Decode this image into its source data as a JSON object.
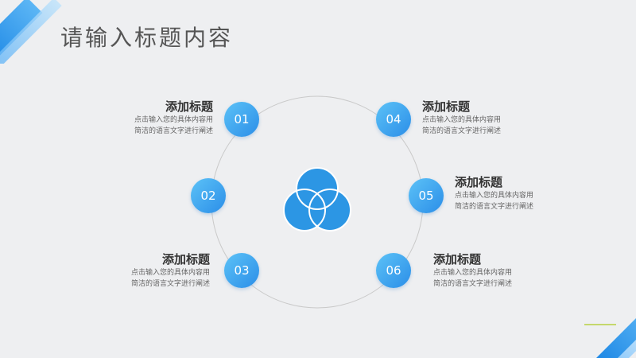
{
  "page_title": "请输入标题内容",
  "items": [
    {
      "num": "01",
      "title": "添加标题",
      "line1": "点击输入您的具体内容用",
      "line2": "简洁的语言文字进行阐述"
    },
    {
      "num": "02"
    },
    {
      "num": "03",
      "title": "添加标题",
      "line1": "点击输入您的具体内容用",
      "line2": "简洁的语言文字进行阐述"
    },
    {
      "num": "04",
      "title": "添加标题",
      "line1": "点击输入您的具体内容用",
      "line2": "简洁的语言文字进行阐述"
    },
    {
      "num": "05",
      "title": "添加标题",
      "line1": "点击输入您的具体内容用",
      "line2": "简洁的语言文字进行阐述"
    },
    {
      "num": "06",
      "title": "添加标题",
      "line1": "点击输入您的具体内容用",
      "line2": "简洁的语言文字进行阐述"
    }
  ],
  "colors": {
    "accent_light": "#5cc2f7",
    "accent_dark": "#2b8ee8",
    "center_icon": "#2c96e4"
  },
  "icons": {
    "center": "three-circles-venn-icon"
  }
}
